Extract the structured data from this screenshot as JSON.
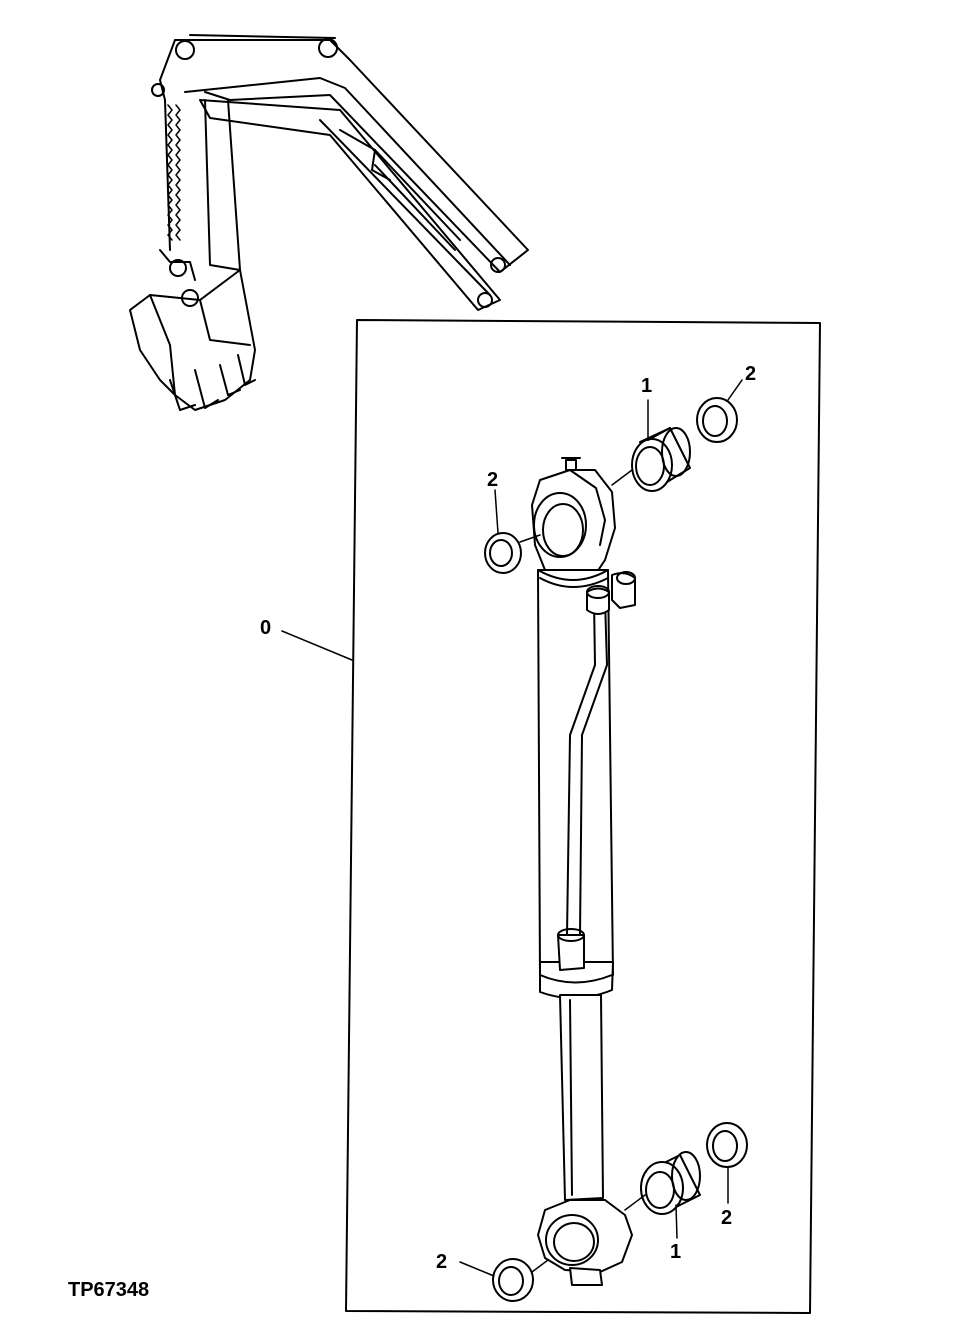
{
  "figure_id": "TP67348",
  "callouts": {
    "assembly": "0",
    "bushing_top": "1",
    "bushing_bottom": "1",
    "seal_top_right": "2",
    "seal_top_left": "2",
    "seal_bottom_right": "2",
    "seal_bottom_left": "2"
  }
}
